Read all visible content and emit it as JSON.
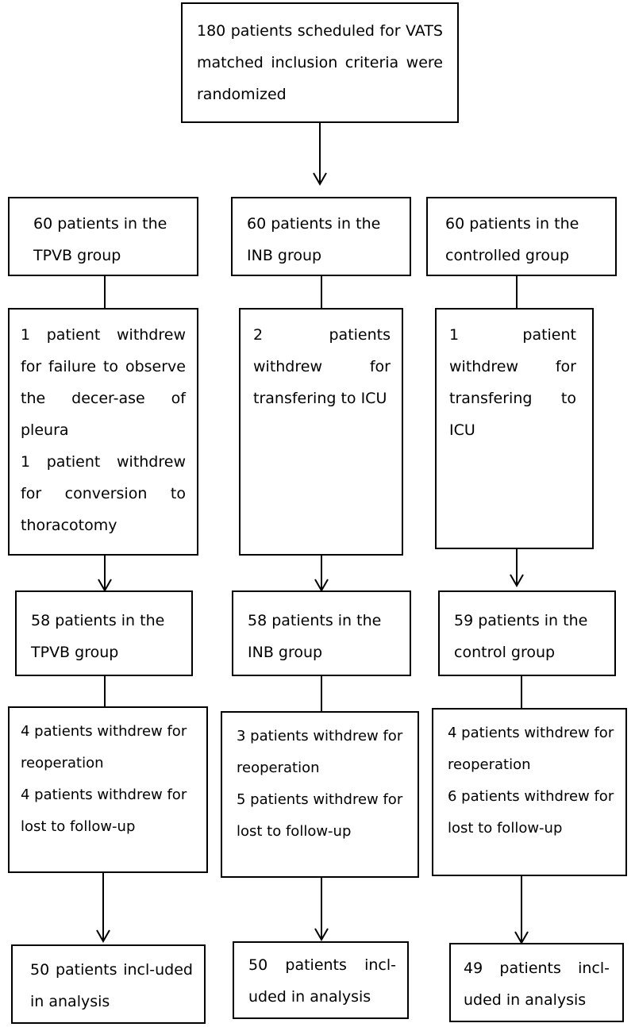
{
  "top": {
    "text": "180 patients scheduled for VATS matched inclusion criteria were randomized"
  },
  "tpvb": {
    "group": "60 patients in the TPVB group",
    "withdrawn1": "1 patient withdrew for failure to observe the decer-ase of pleura",
    "withdrawn1b": "1 patient withdrew for conversion to thoracotomy",
    "group2": "58 patients in the TPVB group",
    "withdrawn2a": "4 patients withdrew for reoperation",
    "withdrawn2b": "4 patients withdrew for lost to follow-up",
    "analysis": "50 patients incl-uded in analysis"
  },
  "inb": {
    "group": "60 patients in the INB group",
    "withdrawn1": "2 patients withdrew for transfering to ICU",
    "group2": "58 patients in the INB group",
    "withdrawn2a": "3 patients withdrew for reoperation",
    "withdrawn2b": "5 patients withdrew for lost to follow-up",
    "analysis": "50 patients incl-uded in analysis"
  },
  "control": {
    "group": "60 patients in the controlled group",
    "withdrawn1": "1 patient withdrew for transfering to ICU",
    "group2": "59 patients in the control group",
    "withdrawn2a": "4 patients withdrew for reoperation",
    "withdrawn2b": "6 patients withdrew for lost to follow-up",
    "analysis": "49 patients incl-uded in analysis"
  }
}
